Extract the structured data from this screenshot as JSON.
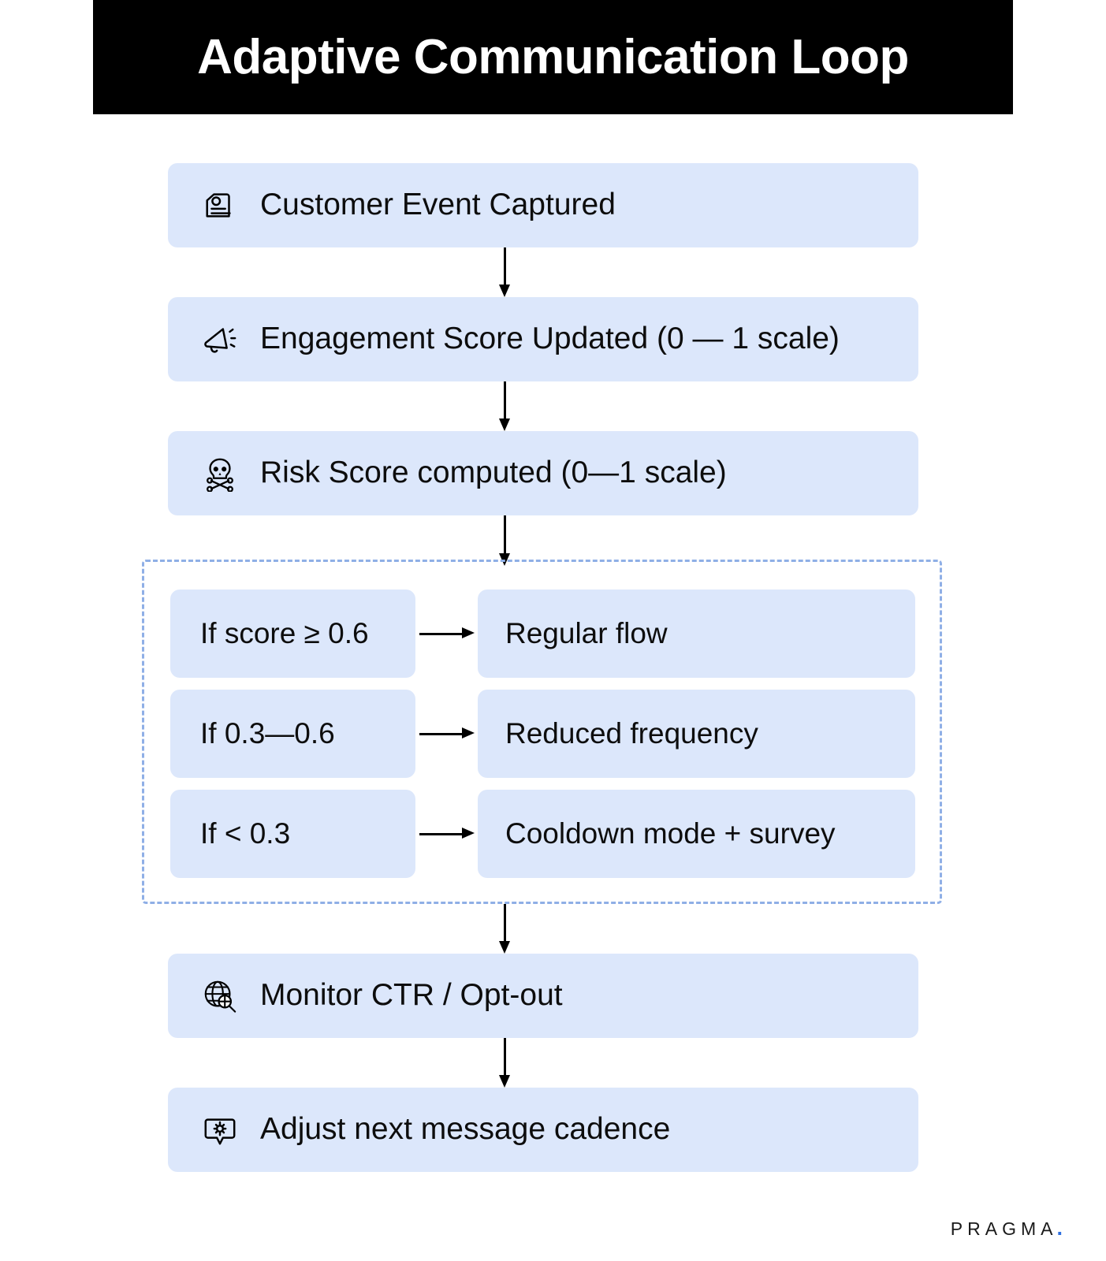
{
  "header": {
    "title": "Adaptive Communication Loop",
    "background_color": "#000000",
    "text_color": "#ffffff"
  },
  "theme": {
    "node_fill": "#dce7fb",
    "dashed_border": "#8fafe6",
    "arrow_color": "#000000",
    "text_color": "#0d0d0d",
    "brand_accent": "#2f6fe0"
  },
  "flow": {
    "nodes": [
      {
        "id": "event",
        "icon": "contact-card-icon",
        "label": "Customer Event Captured"
      },
      {
        "id": "engage",
        "icon": "megaphone-icon",
        "label": "Engagement Score Updated (0 — 1 scale)"
      },
      {
        "id": "risk",
        "icon": "skull-crossbones-icon",
        "label": "Risk Score computed (0—1 scale)"
      },
      {
        "id": "monitor",
        "icon": "globe-search-icon",
        "label": "Monitor CTR / Opt-out"
      },
      {
        "id": "adjust",
        "icon": "chat-gear-icon",
        "label": "Adjust next message cadence"
      }
    ],
    "decision_group": {
      "rows": [
        {
          "condition": "If score ≥ 0.6",
          "result": "Regular flow"
        },
        {
          "condition": "If 0.3—0.6",
          "result": "Reduced frequency"
        },
        {
          "condition": "If < 0.3",
          "result": "Cooldown mode + survey"
        }
      ]
    }
  },
  "footer": {
    "brand": "PRAGMA",
    "brand_dot": "."
  }
}
